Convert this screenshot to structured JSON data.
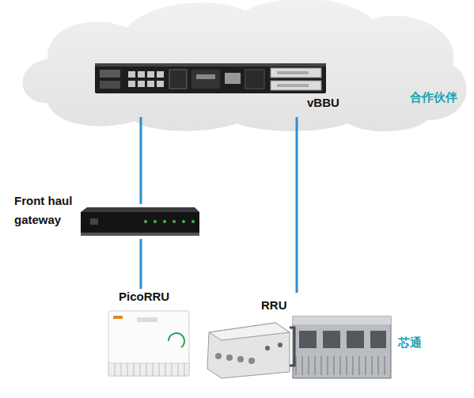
{
  "diagram": {
    "nodes": [
      {
        "text": [
          "vBBU"
        ]
      },
      {
        "text": [
          "Front haul gateway"
        ]
      },
      {
        "text": [
          "PicoRRU"
        ]
      },
      {
        "text": [
          "RRU"
        ]
      }
    ],
    "edges": [
      {
        "from": 0,
        "to": 1,
        "arrow": "none"
      },
      {
        "from": 1,
        "to": 2,
        "arrow": "none"
      },
      {
        "from": 0,
        "to": 3,
        "arrow": "none"
      }
    ],
    "labels": [
      "合作伙伴",
      "芯通"
    ]
  }
}
